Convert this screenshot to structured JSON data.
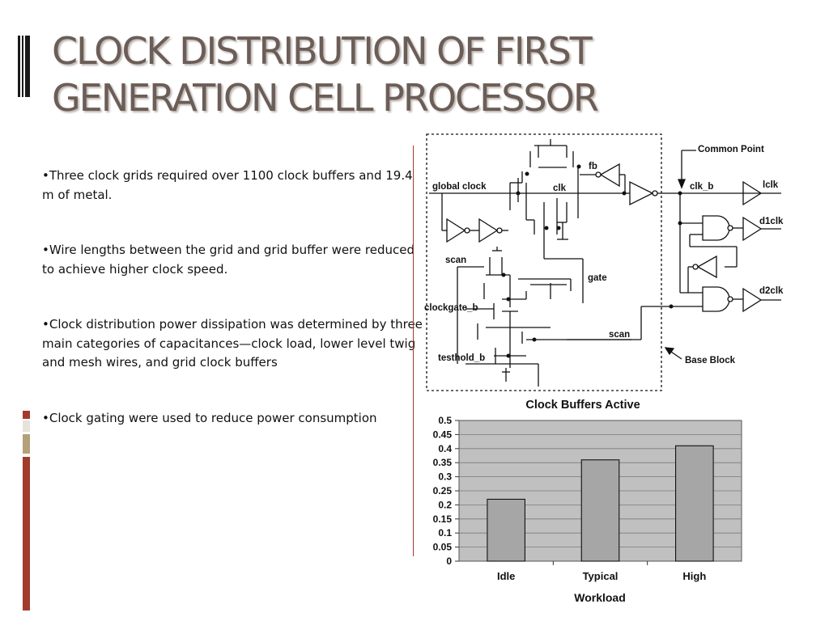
{
  "slide": {
    "title_line1": "CLOCK DISTRIBUTION OF FIRST",
    "title_line2": "GENERATION CELL PROCESSOR",
    "bullets": [
      "•Three clock grids required over 1100 clock buffers and 19.4 m of metal.",
      "•Wire lengths between the grid and grid buffer were reduced to achieve higher clock speed.",
      "•Clock distribution power dissipation was determined by three main categories of capacitances—clock load, lower level twig and mesh wires, and grid clock buffers",
      "•Clock gating were used to reduce power consumption"
    ],
    "accent_colors": {
      "red": "#a33b2c",
      "tan": "#b5a07a",
      "light": "#e8e2da",
      "dark": "#1a1a1a"
    }
  },
  "diagram": {
    "labels": {
      "common_point": "Common Point",
      "base_block": "Base Block",
      "global_clock": "global clock",
      "fb": "fb",
      "clk": "clk",
      "clk_b": "clk_b",
      "lclk": "lclk",
      "d1clk": "d1clk",
      "d2clk": "d2clk",
      "gate": "gate",
      "scan_top": "scan",
      "scan_right": "scan",
      "clockgate_b": "clockgate_b",
      "testhold_b": "testhold_b"
    }
  },
  "chart_data": {
    "type": "bar",
    "title": "Clock Buffers Active",
    "xlabel": "Workload",
    "ylabel": "",
    "categories": [
      "Idle",
      "Typical",
      "High"
    ],
    "values": [
      0.22,
      0.36,
      0.41
    ],
    "ylim": [
      0,
      0.5
    ],
    "yticks": [
      "0",
      "0.05",
      "0.1",
      "0.15",
      "0.2",
      "0.25",
      "0.3",
      "0.35",
      "0.4",
      "0.45",
      "0.5"
    ],
    "grid": true,
    "bar_color": "#a6a6a6",
    "plot_bg": "#c0c0c0"
  }
}
